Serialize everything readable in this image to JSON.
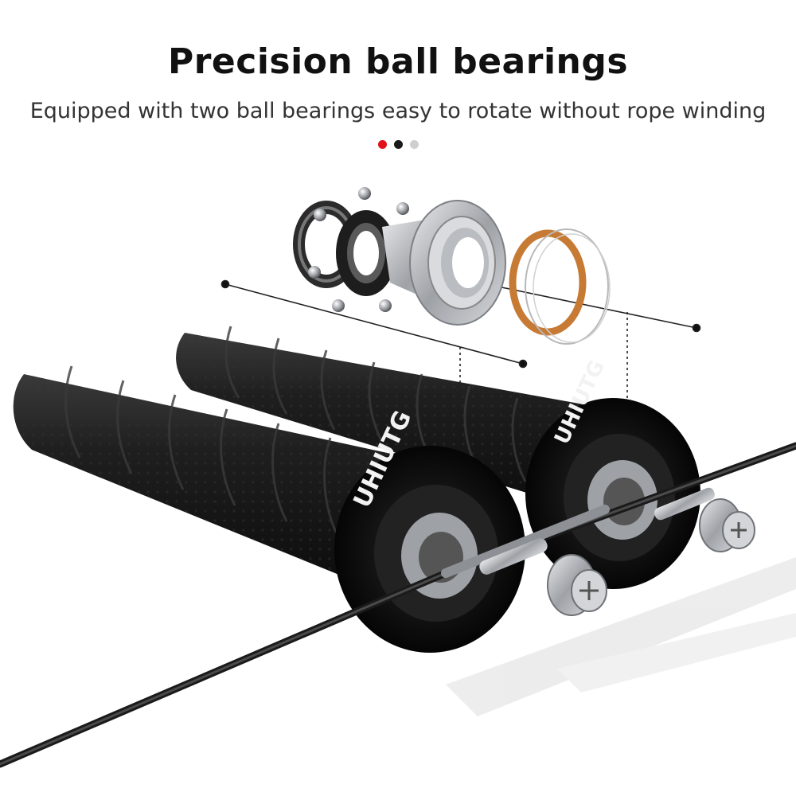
{
  "header": {
    "title": "Precision ball bearings",
    "subtitle": "Equipped with two ball bearings easy to rotate without rope winding"
  },
  "indicator": {
    "dots": [
      {
        "color": "#e0111b",
        "active": true
      },
      {
        "color": "#1a1a1a",
        "active": false
      },
      {
        "color": "#cfcfcf",
        "active": false
      }
    ]
  },
  "product": {
    "brand": "UHIUTG",
    "handle_color": "#1b1b1b",
    "metal_color": "#a9acb1",
    "gasket_color": "#c77a34"
  }
}
